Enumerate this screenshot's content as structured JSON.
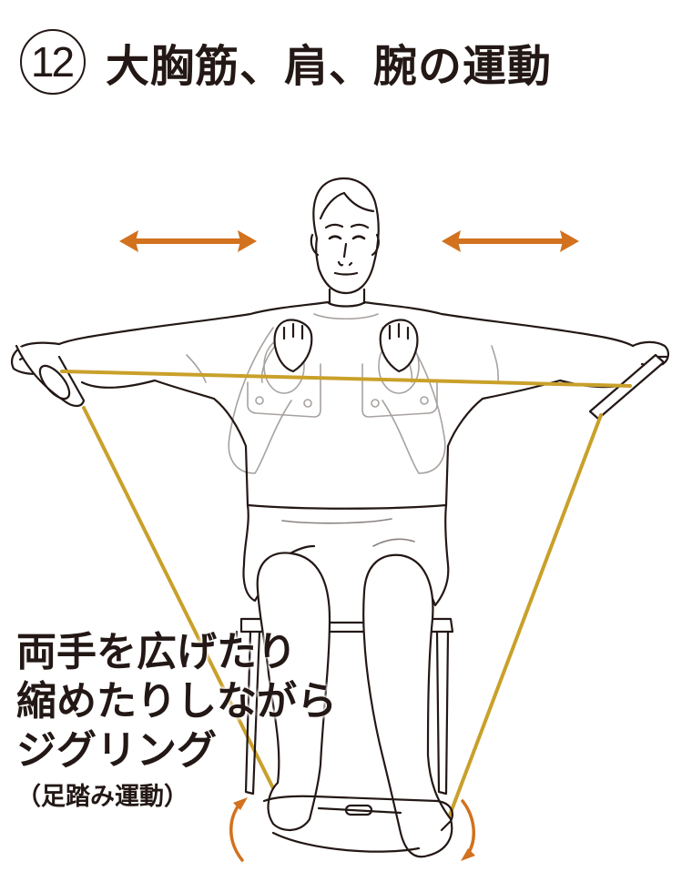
{
  "title": {
    "number": "12",
    "text": "大胸筋、肩、腕の運動"
  },
  "caption": {
    "lines": [
      "両手を広げたり",
      "縮めたりしながら",
      "ジグリング"
    ],
    "note": "（足踏み運動）"
  },
  "illustration": {
    "description": "seated person stretching a resistance band with both arms, feet on a rocking jiggling board",
    "icons": [
      "double-arrow-left-icon",
      "double-arrow-right-icon",
      "curved-arrow-up-icon",
      "curved-arrow-down-icon"
    ]
  },
  "colors": {
    "arrow": "#D2711E",
    "band": "#C9A02A",
    "line": "#231815",
    "ghost": "#8a8380"
  }
}
